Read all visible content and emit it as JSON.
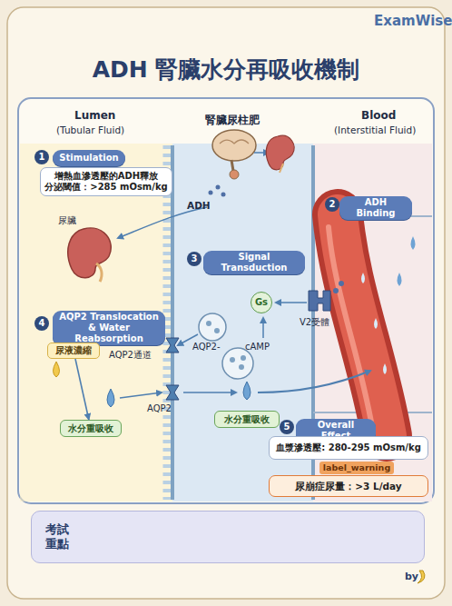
{
  "diagram": {
    "title": "ADH 腎臟水分再吸收機制",
    "nodes": [
      {
        "text": [
          "Stimulation"
        ]
      },
      {
        "text": [
          "增熱血滲透壓的ADH釋放",
          "分泌閾值：>285 mOsm/kg"
        ]
      },
      {
        "text": [
          "ADH Binding"
        ]
      },
      {
        "text": [
          "Signal Transduction"
        ]
      },
      {
        "text": [
          "Gs"
        ]
      },
      {
        "text": [
          "AQP2 Translocation & Water Reabsorption"
        ]
      },
      {
        "text": [
          "尿液濃縮"
        ]
      },
      {
        "text": [
          "水分重吸收"
        ]
      },
      {
        "text": [
          "水分重吸收"
        ]
      },
      {
        "text": [
          "Overall Effect"
        ]
      },
      {
        "text": [
          "血漿滲透壓: 280-295 mOsm/kg"
        ]
      },
      {
        "text": [
          "label_warning"
        ]
      },
      {
        "text": [
          "尿崩症尿量：>3 L/day"
        ]
      },
      {
        "text": [
          "考試重點"
        ]
      }
    ],
    "edges": [
      {
        "from": 6,
        "to": 7,
        "arrow": "to"
      }
    ],
    "labels": [
      "ExamWise",
      "Lumen",
      "(Tubular Fluid)",
      "腎臟尿柱肥",
      "Blood",
      "(Interstitial Fluid)",
      "1",
      "尿臟",
      "ADH",
      "2",
      "3",
      "V2受體",
      "cAMP",
      "4",
      "AQP2通道",
      "AQP2-",
      "AQP2",
      "5",
      "by"
    ]
  }
}
